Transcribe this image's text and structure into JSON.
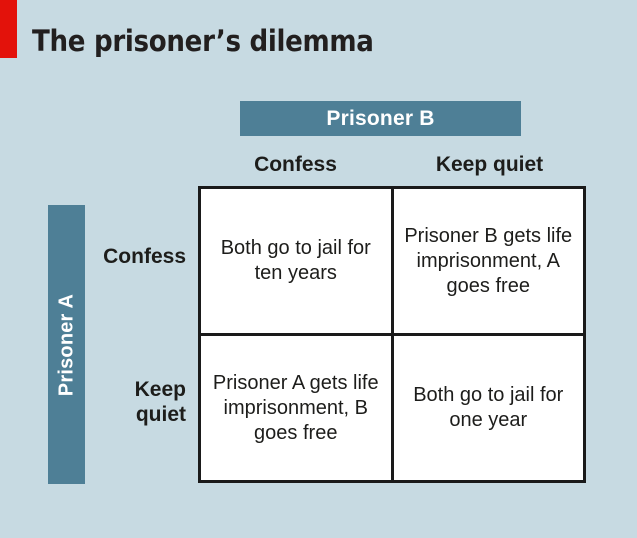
{
  "title": "The prisoner’s dilemma",
  "colors": {
    "background": "#c7dae2",
    "accent_red": "#e3120b",
    "band_blue": "#4e7f96",
    "grid_black": "#1a1a1a",
    "cell_white": "#ffffff",
    "text_dark": "#1d1d1b"
  },
  "column_group": {
    "label": "Prisoner B"
  },
  "row_group": {
    "label": "Prisoner A"
  },
  "column_headers": [
    "Confess",
    "Keep quiet"
  ],
  "row_headers": [
    "Confess",
    "Keep quiet"
  ],
  "matrix": {
    "cells": [
      {
        "row": "Confess",
        "column": "Confess",
        "text": "Both go to jail for ten years"
      },
      {
        "row": "Confess",
        "column": "Keep quiet",
        "text": "Prisoner B gets life imprisonment, A goes free"
      },
      {
        "row": "Keep quiet",
        "column": "Confess",
        "text": "Prisoner A gets life imprisonment, B goes free"
      },
      {
        "row": "Keep quiet",
        "column": "Keep quiet",
        "text": "Both go to jail for one year"
      }
    ]
  },
  "chart_data": {
    "type": "table",
    "title": "The prisoner’s dilemma",
    "row_group_label": "Prisoner A",
    "column_group_label": "Prisoner B",
    "columns": [
      "Confess",
      "Keep quiet"
    ],
    "rows": [
      "Confess",
      "Keep quiet"
    ],
    "values": [
      [
        "Both go to jail for ten years",
        "Prisoner B gets life imprisonment, A goes free"
      ],
      [
        "Prisoner A gets life imprisonment, B goes free",
        "Both go to jail for one year"
      ]
    ],
    "xlabel": "Prisoner B",
    "ylabel": "Prisoner A",
    "grid": true,
    "legend": "none"
  }
}
